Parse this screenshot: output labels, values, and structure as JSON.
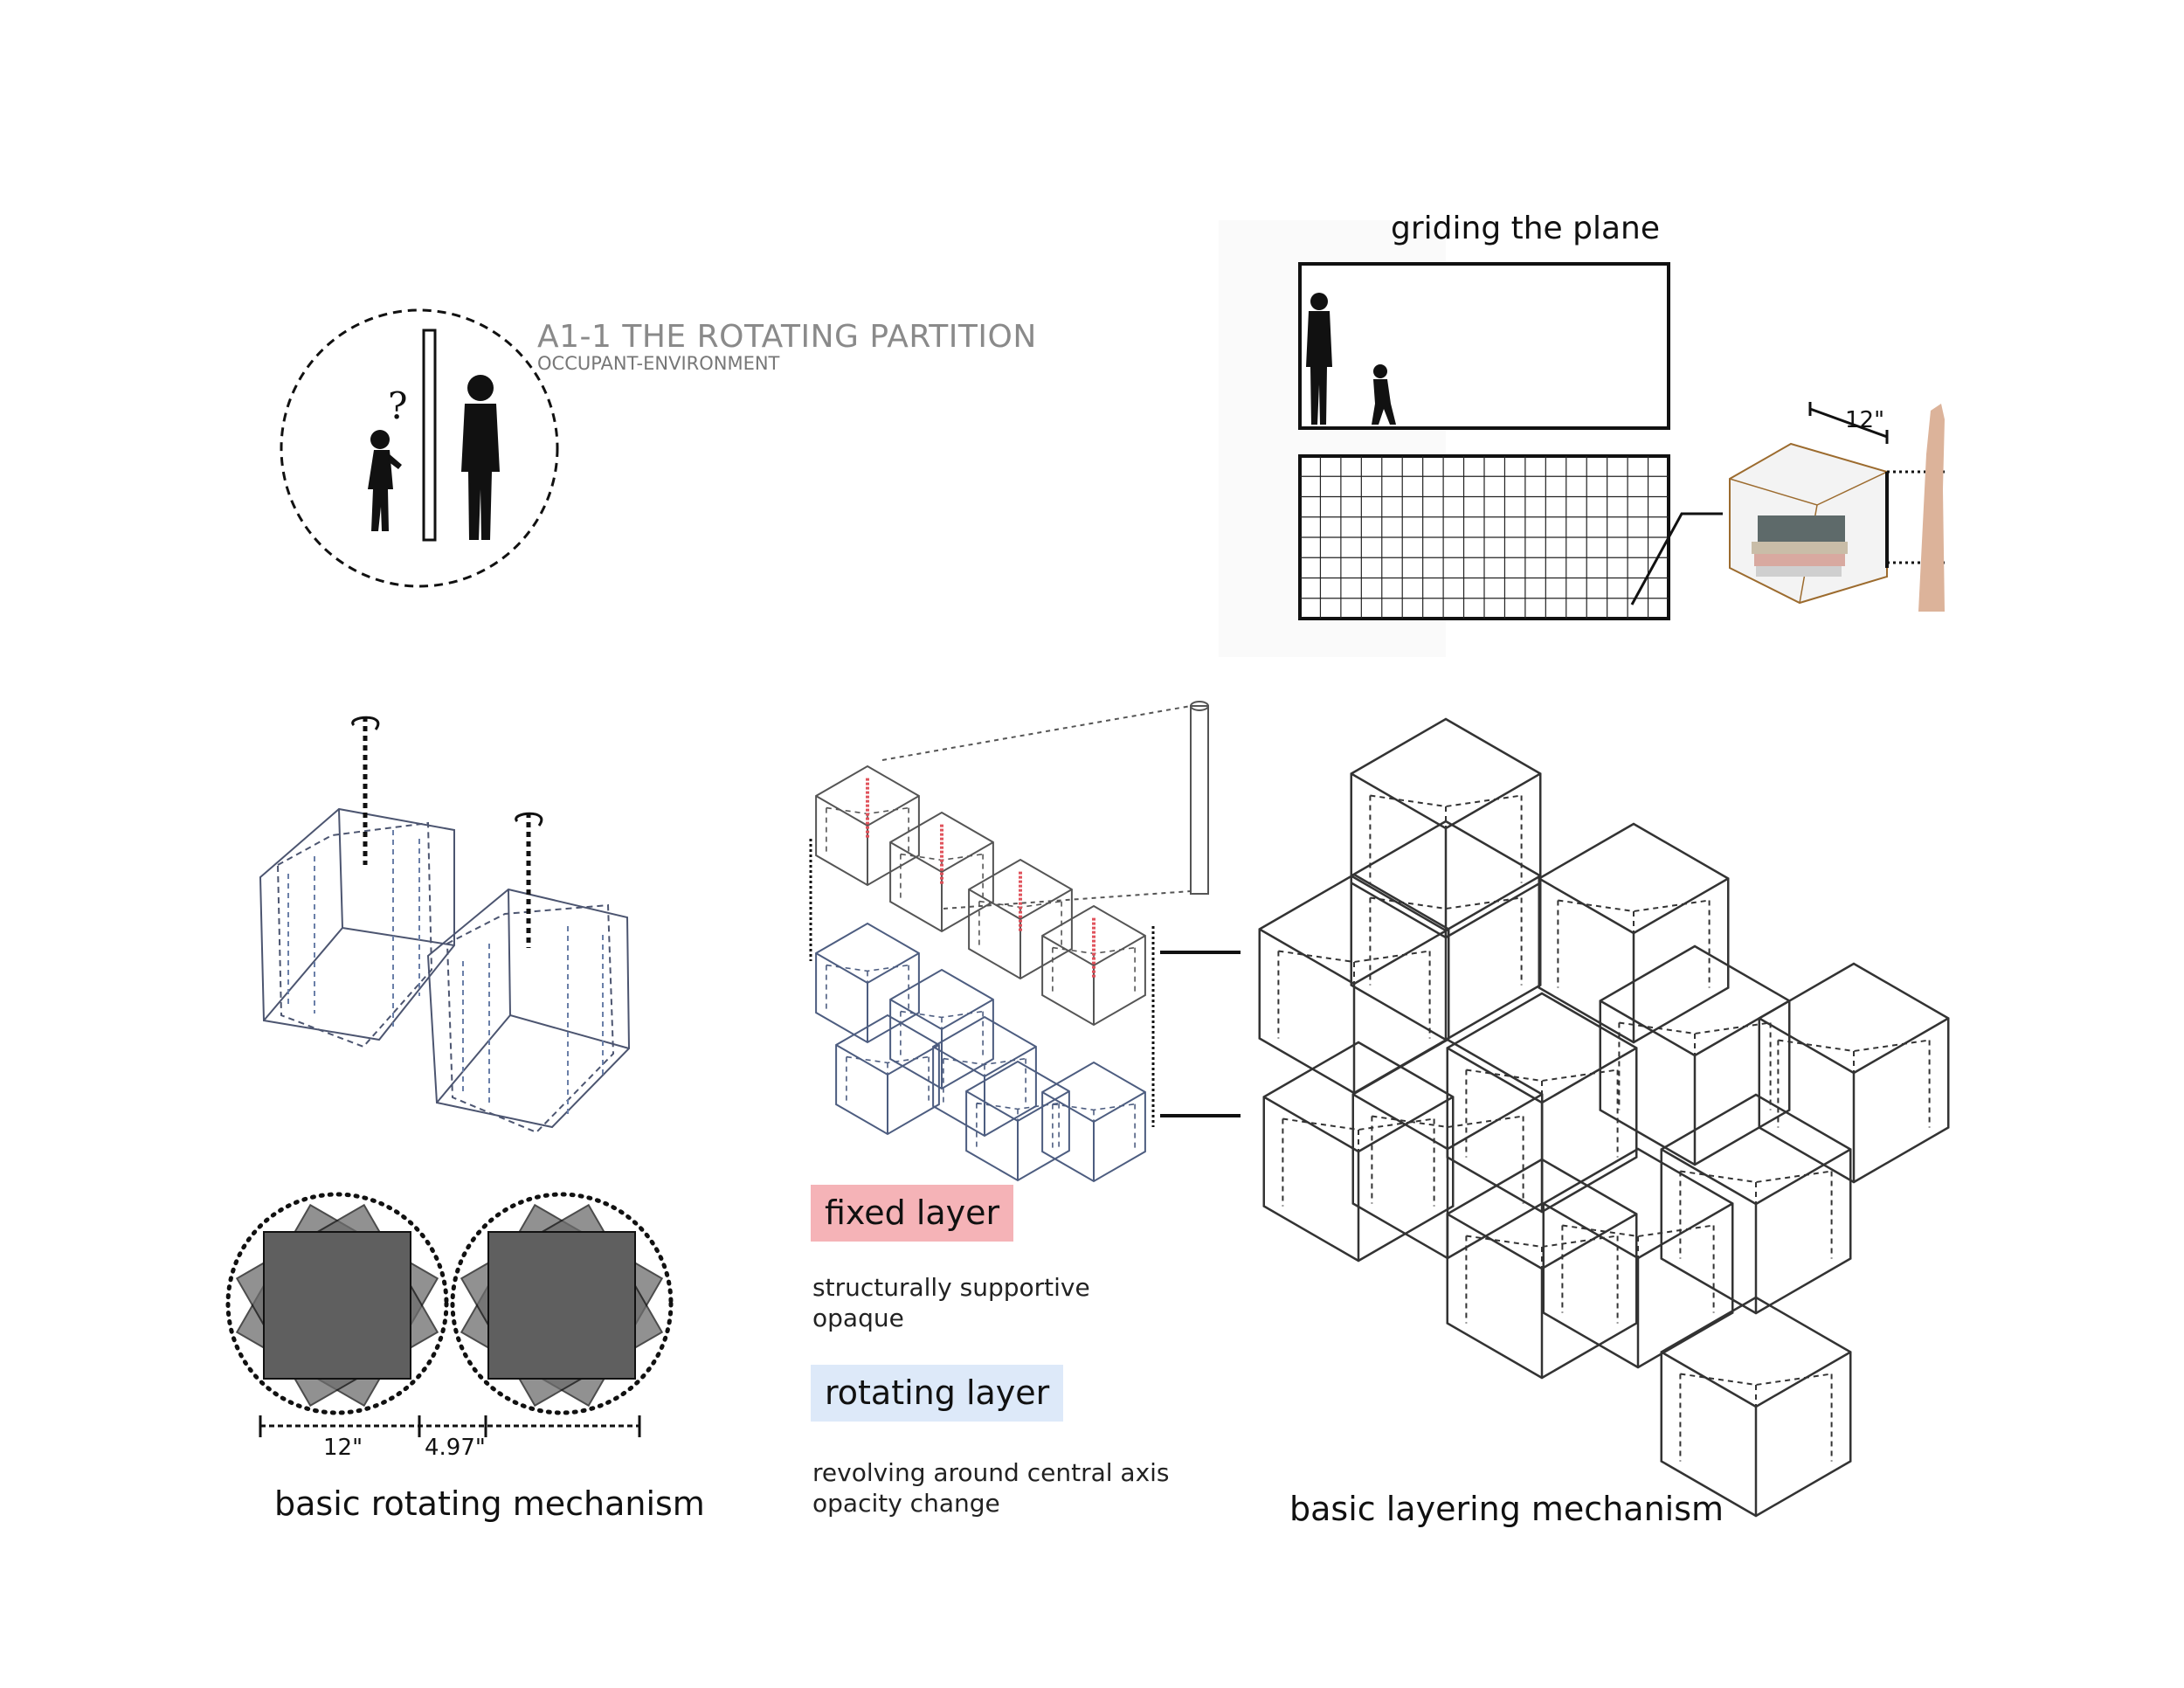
{
  "header": {
    "title": "A1-1 THE ROTATING PARTITION",
    "subtitle": "OCCUPANT-ENVIRONMENT"
  },
  "occupant_icon": {
    "question_mark": "?"
  },
  "grid_panel": {
    "title": "griding the plane",
    "cube_dimension": "12\""
  },
  "rotating_mechanism": {
    "caption": "basic rotating mechanism",
    "dim_left": "12\"",
    "dim_right": "4.97\""
  },
  "legend": {
    "fixed": {
      "label": "fixed layer",
      "lines": [
        "structurally supportive",
        "opaque"
      ],
      "color": "#f5b3b7"
    },
    "rotating": {
      "label": "rotating layer",
      "lines": [
        "revolving around central axis",
        "opacity change"
      ],
      "color": "#dde9f9"
    }
  },
  "layering_mechanism": {
    "caption": "basic layering mechanism"
  },
  "colors": {
    "fixed_fill": "#e8b9bd",
    "rotating_fill": "#c9d6ea",
    "dark_fill": "#666666",
    "line": "#222222"
  }
}
